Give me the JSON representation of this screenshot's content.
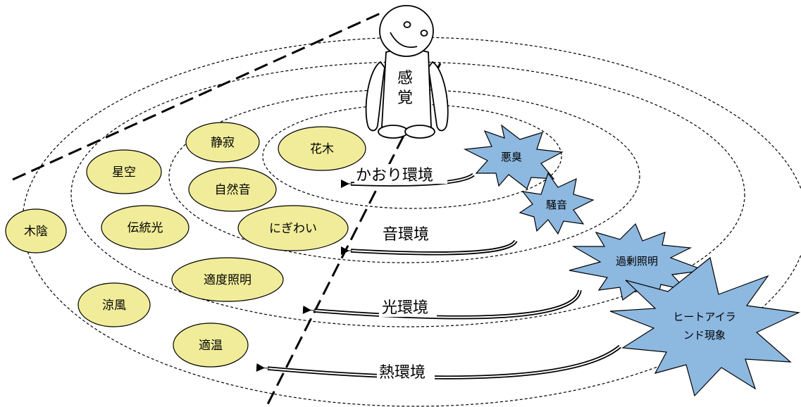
{
  "person": {
    "label_line1": "感",
    "label_line2": "覚"
  },
  "environments": {
    "aroma": "かおり環境",
    "sound": "音環境",
    "light": "光環境",
    "heat": "熱環境"
  },
  "positive_elements": {
    "kaboku": "花木",
    "seijaku": "静寂",
    "shizenon": "自然音",
    "nigiwai": "にぎわい",
    "hoshizora": "星空",
    "dentoukou": "伝統光",
    "kokage": "木陰",
    "tekidoshoumei": "適度照明",
    "ryoufuu": "涼風",
    "tekion": "適温"
  },
  "negative_elements": {
    "akushuu": "悪臭",
    "souon": "騒音",
    "kajoushoumei": "過剰照明",
    "heat_island_line1": "ヒートアイラ",
    "heat_island_line2": "ンド現象"
  },
  "colors": {
    "positive_fill": "#F0EC9A",
    "burst_fill": "#8DB8E0",
    "stroke": "#000000"
  }
}
